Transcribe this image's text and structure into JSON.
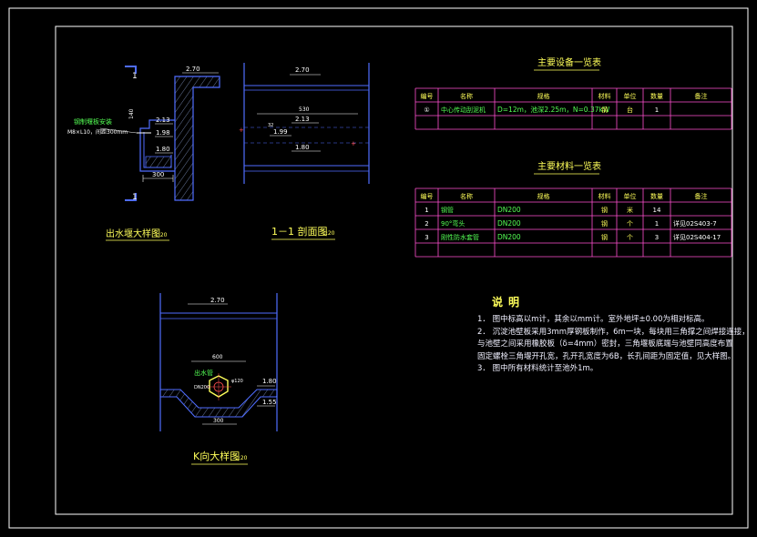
{
  "colors": {
    "background": "#000000",
    "frame": "#ffffff",
    "line": "#4f6dff",
    "dim": "#ffffff",
    "text_green": "#54ff54",
    "text_yellow": "#ffff5a",
    "table_line": "#ff4fd0",
    "hatch": "#a9c2ff"
  },
  "views": {
    "outlet_weir": {
      "title": "出水堰大样图",
      "scale": "1:20",
      "section_mark": "1",
      "note_line1": "钢制堰板安装",
      "note_line2": "M8×L10，间距300mm",
      "dim_top": "2.70",
      "dim_mid": "2.13",
      "dim_mid2": "1.98",
      "dim_low": "1.80",
      "dim_width": "300",
      "dim_side": "140"
    },
    "section_1_1": {
      "title": "1－1 剖面图",
      "scale": "1:20",
      "dim_top": "2.70",
      "dim_width": "530",
      "dim_mid": "2.13",
      "dim_small": "32",
      "dim_level": "1.99",
      "dim_low": "1.80"
    },
    "k_view": {
      "title": "K向大样图",
      "scale": "1:20",
      "dim_top": "2.70",
      "dim_width": "600",
      "pipe_label": "出水管",
      "pipe_size": "DN200",
      "pipe_dia": "φ120",
      "dim_right1": "1.80",
      "dim_right2": "1.55",
      "dim_bottom": "300"
    }
  },
  "equipment_table": {
    "title": "主要设备一览表",
    "headers": [
      "编号",
      "名称",
      "规格",
      "材料",
      "单位",
      "数量",
      "备注"
    ],
    "rows": [
      [
        "①",
        "中心传动刮泥机",
        "D=12m，池深2.25m，N=0.37kW",
        "钢",
        "台",
        "1",
        ""
      ]
    ]
  },
  "material_table": {
    "title": "主要材料一览表",
    "headers": [
      "编号",
      "名称",
      "规格",
      "材料",
      "单位",
      "数量",
      "备注"
    ],
    "rows": [
      [
        "1",
        "钢管",
        "DN200",
        "钢",
        "米",
        "14",
        ""
      ],
      [
        "2",
        "90°弯头",
        "DN200",
        "钢",
        "个",
        "1",
        "详见02S403-7"
      ],
      [
        "3",
        "刚性防水套管",
        "DN200",
        "钢",
        "个",
        "3",
        "详见02S404-17"
      ]
    ]
  },
  "notes": {
    "title": "说明",
    "items": [
      "1．  图中标高以m计，其余以mm计。室外地坪±0.00为相对标高。",
      "2．  沉淀池壁板采用3mm厚钢板制作，6m一块，每块用三角撑之间焊接连接，",
      "       与池壁之间采用橡胶板（δ=4mm）密封，三角堰板底端与池壁同高度布置",
      "       固定螺栓三角堰开孔宽，孔开孔宽度为6B，长孔间距为固定值，见大样图。",
      "3．  图中所有材料统计至池外1m。"
    ]
  }
}
